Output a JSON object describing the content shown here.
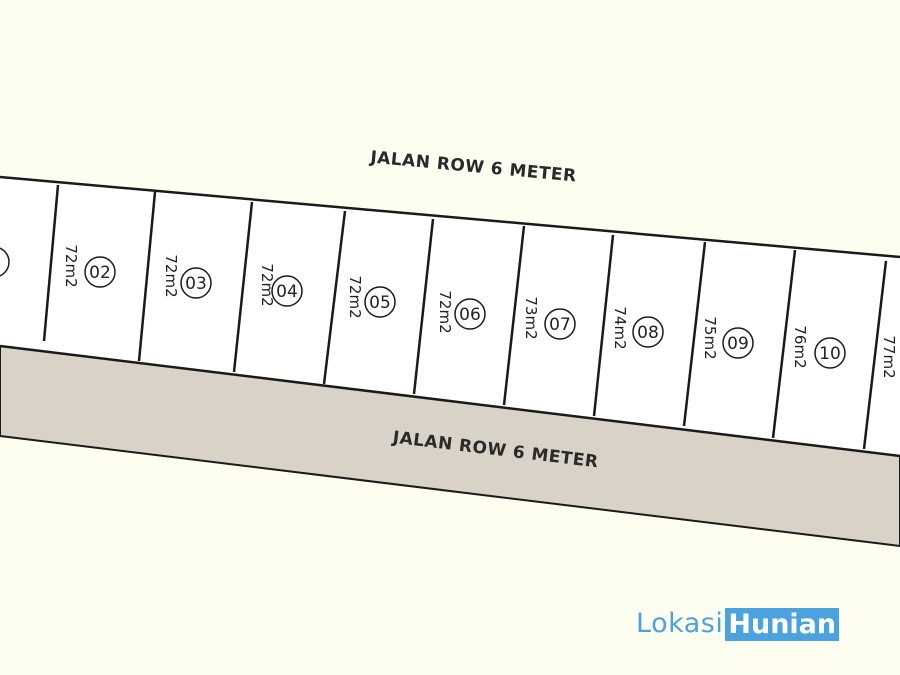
{
  "roads": {
    "top": "JALAN ROW 6 METER",
    "bottom": "JALAN ROW 6 METER"
  },
  "colors": {
    "background": "#fdfdf0",
    "road_fill": "#d9d2c7",
    "lot_fill": "#ffffff",
    "line": "#1a1a1a",
    "brand": "#4aa3df"
  },
  "lots": [
    {
      "number": "",
      "area": ""
    },
    {
      "number": "02",
      "area": "72m2"
    },
    {
      "number": "03",
      "area": "72m2"
    },
    {
      "number": "04",
      "area": "72m2"
    },
    {
      "number": "05",
      "area": "72m2"
    },
    {
      "number": "06",
      "area": "72m2"
    },
    {
      "number": "07",
      "area": "73m2"
    },
    {
      "number": "08",
      "area": "74m2"
    },
    {
      "number": "09",
      "area": "75m2"
    },
    {
      "number": "10",
      "area": "76m2"
    },
    {
      "number": "",
      "area": "77m2"
    }
  ],
  "brand": {
    "part1": "Lokasi",
    "part2": "Hunian"
  }
}
